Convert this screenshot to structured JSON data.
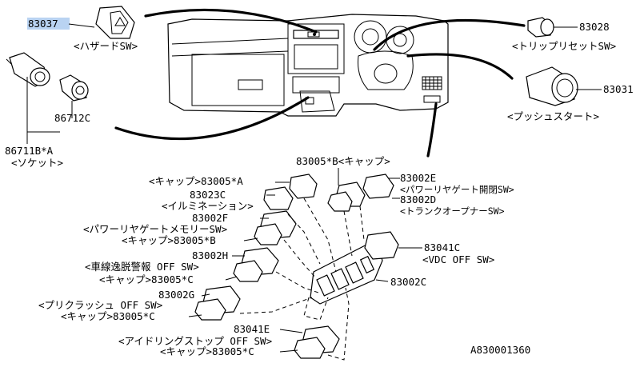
{
  "diagram_id": "A830001360",
  "highlight_color": "#b9d3f2",
  "parts": [
    {
      "key": "p83037",
      "number": "83037",
      "name": "<ハザードSW>"
    },
    {
      "key": "p86712c",
      "number": "86712C",
      "name": ""
    },
    {
      "key": "p86711b",
      "number": "86711B*A",
      "name": "<ソケット>"
    },
    {
      "key": "p83028",
      "number": "83028",
      "name": "<トリップリセットSW>"
    },
    {
      "key": "p83031",
      "number": "83031",
      "name": "<プッシュスタート>"
    },
    {
      "key": "p83005b",
      "number": "83005*B<キャップ>",
      "name": ""
    },
    {
      "key": "p83002e",
      "number": "83002E",
      "name": "<パワーリヤゲート開閉SW>"
    },
    {
      "key": "p83002d",
      "number": "83002D",
      "name": "<トランクオープナーSW>"
    },
    {
      "key": "p83005a",
      "number": "<キャップ>83005*A",
      "name": ""
    },
    {
      "key": "p83023c",
      "number": "83023C",
      "name": "<イルミネーション>"
    },
    {
      "key": "p83002f",
      "number": "83002F",
      "name": "<パワーリヤゲートメモリーSW>"
    },
    {
      "key": "p83005b2",
      "number": "<キャップ>83005*B",
      "name": ""
    },
    {
      "key": "p83041c",
      "number": "83041C",
      "name": "<VDC OFF SW>"
    },
    {
      "key": "p83002h",
      "number": "83002H",
      "name": "<車線逸脱警報 OFF SW>"
    },
    {
      "key": "p83005c1",
      "number": "<キャップ>83005*C",
      "name": ""
    },
    {
      "key": "p83002c",
      "number": "83002C",
      "name": ""
    },
    {
      "key": "p83002g",
      "number": "83002G",
      "name": "<プリクラッシュ OFF SW>"
    },
    {
      "key": "p83005c2",
      "number": "<キャップ>83005*C",
      "name": ""
    },
    {
      "key": "p83041e",
      "number": "83041E",
      "name": "<アイドリングストップ OFF SW>"
    },
    {
      "key": "p83005c3",
      "number": "<キャップ>83005*C",
      "name": ""
    }
  ]
}
